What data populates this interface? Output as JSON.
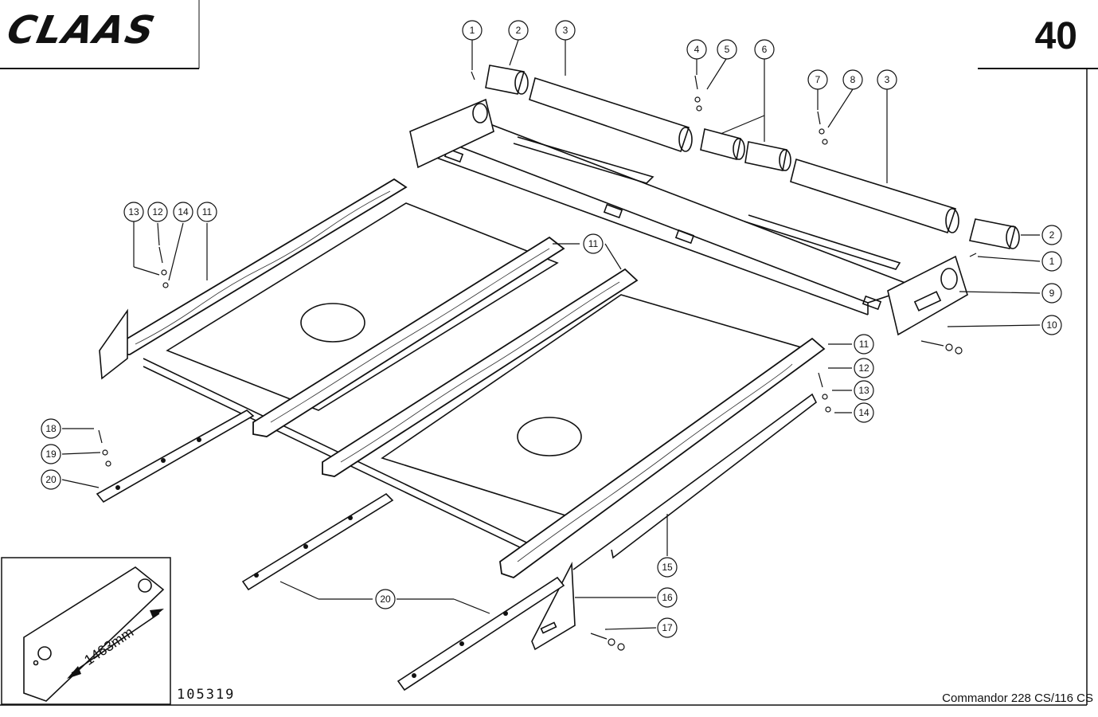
{
  "header": {
    "brand": "CLAAS",
    "page_number": "40"
  },
  "footer": {
    "drawing_number": "105319",
    "model": "Commandor  228 CS/116 CS"
  },
  "inset": {
    "dimension_label": "1463mm"
  },
  "callouts": [
    "1",
    "2",
    "3",
    "4",
    "5",
    "6",
    "7",
    "8",
    "3",
    "2",
    "1",
    "9",
    "10",
    "11",
    "12",
    "13",
    "14",
    "11",
    "11",
    "12",
    "13",
    "14",
    "15",
    "16",
    "17",
    "18",
    "19",
    "20",
    "20"
  ],
  "colors": {
    "ink": "#111111",
    "paper": "#ffffff",
    "wood_grain": "#333333"
  }
}
